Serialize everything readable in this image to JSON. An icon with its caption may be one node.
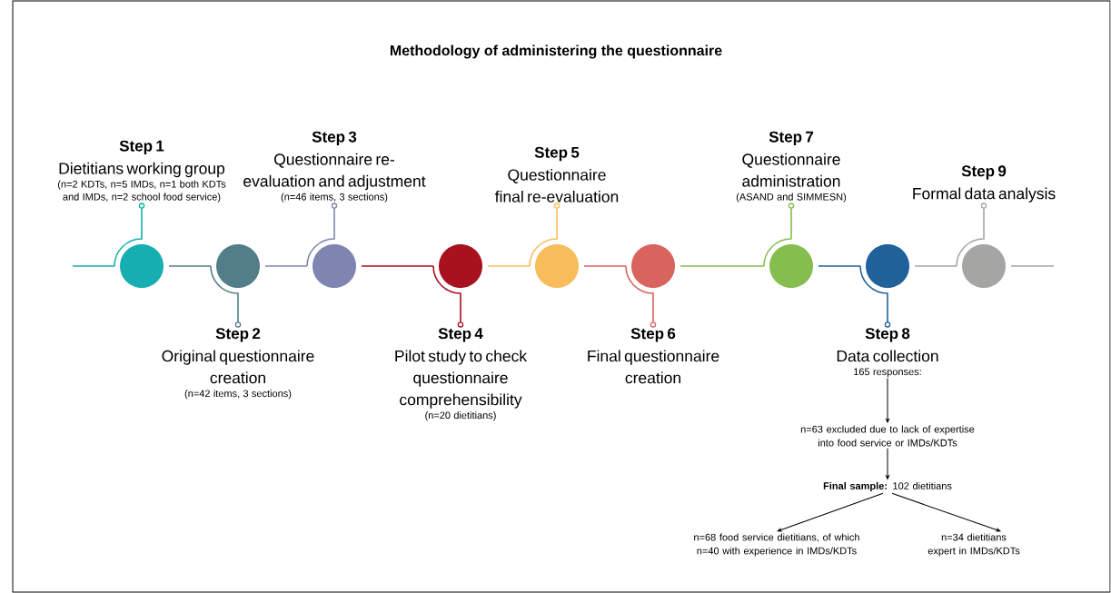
{
  "diagram": {
    "title": "Methodology of administering the questionnaire",
    "nodes": [
      {
        "text": [
          "Step 1",
          "Dietitians working group",
          "(n=2 KDTs, n=5 IMDs, n=1 both KDTs and IMDs, n=2 school food service)"
        ]
      },
      {
        "text": [
          "Step 2",
          "Original questionnaire creation",
          "(n=42 items, 3 sections)"
        ]
      },
      {
        "text": [
          "Step 3",
          "Questionnaire re-evaluation and adjustment",
          "(n=46 items, 3 sections)"
        ]
      },
      {
        "text": [
          "Step 4",
          "Pilot study to check questionnaire comprehensibility",
          "(n=20 dietitians)"
        ]
      },
      {
        "text": [
          "Step 5",
          "Questionnaire final re-evaluation"
        ]
      },
      {
        "text": [
          "Step 6",
          "Final questionnaire creation"
        ]
      },
      {
        "text": [
          "Step 7",
          "Questionnaire administration",
          "(ASAND and SIMMESN)"
        ]
      },
      {
        "text": [
          "Step 8",
          "Data collection",
          "165 responses:"
        ]
      },
      {
        "text": [
          "Step 9",
          "Formal data analysis"
        ]
      },
      {
        "text": [],
        "shape": "circle"
      },
      {
        "text": [],
        "shape": "circle"
      },
      {
        "text": [],
        "shape": "circle"
      },
      {
        "text": [],
        "shape": "circle"
      },
      {
        "text": [],
        "shape": "circle"
      },
      {
        "text": [],
        "shape": "circle"
      },
      {
        "text": [],
        "shape": "circle"
      },
      {
        "text": [],
        "shape": "circle"
      },
      {
        "text": [],
        "shape": "circle"
      },
      {
        "text": [
          "n=63 excluded due to lack of expertise into food service or IMDs/KDTs"
        ]
      },
      {
        "text": [
          "**Final sample:** 102 dietitians"
        ]
      },
      {
        "text": [
          "n=68 food service dietitians, of which n=40 with experience in IMDs/KDTs"
        ]
      },
      {
        "text": [
          "n=34 dietitians expert in IMDs/KDTs"
        ]
      }
    ],
    "edges": [
      {
        "from": null,
        "to": 9,
        "arrow": "none",
        "color": "#16aeb0"
      },
      {
        "from": 9,
        "to": 10,
        "arrow": "none",
        "color": "#527e87"
      },
      {
        "from": 10,
        "to": 11,
        "arrow": "none",
        "color": "#7f84b0"
      },
      {
        "from": 11,
        "to": 12,
        "arrow": "none",
        "color": "#a8111e"
      },
      {
        "from": 12,
        "to": 13,
        "arrow": "none",
        "color": "#f8bd5a"
      },
      {
        "from": 13,
        "to": 14,
        "arrow": "none",
        "color": "#d9645d"
      },
      {
        "from": 14,
        "to": 15,
        "arrow": "none",
        "color": "#86bd4f"
      },
      {
        "from": 15,
        "to": 16,
        "arrow": "none",
        "color": "#216199"
      },
      {
        "from": 16,
        "to": 17,
        "arrow": "none",
        "color": "#a5a5a3"
      },
      {
        "from": 17,
        "to": null,
        "arrow": "none",
        "color": "#a5a5a3"
      },
      {
        "from": 9,
        "to": 0,
        "arrow": "none",
        "color": "#16aeb0"
      },
      {
        "from": 10,
        "to": 1,
        "arrow": "none",
        "color": "#527e87"
      },
      {
        "from": 11,
        "to": 2,
        "arrow": "none",
        "color": "#7f84b0"
      },
      {
        "from": 12,
        "to": 3,
        "arrow": "none",
        "color": "#a8111e"
      },
      {
        "from": 13,
        "to": 4,
        "arrow": "none",
        "color": "#f8bd5a"
      },
      {
        "from": 14,
        "to": 5,
        "arrow": "none",
        "color": "#d9645d"
      },
      {
        "from": 15,
        "to": 6,
        "arrow": "none",
        "color": "#86bd4f"
      },
      {
        "from": 16,
        "to": 7,
        "arrow": "none",
        "color": "#216199"
      },
      {
        "from": 17,
        "to": 8,
        "arrow": "none",
        "color": "#a5a5a3"
      },
      {
        "from": 7,
        "to": 18,
        "arrow": "to"
      },
      {
        "from": 18,
        "to": 19,
        "arrow": "to"
      },
      {
        "from": 19,
        "to": 20,
        "arrow": "to"
      },
      {
        "from": 19,
        "to": 21,
        "arrow": "to"
      }
    ]
  }
}
